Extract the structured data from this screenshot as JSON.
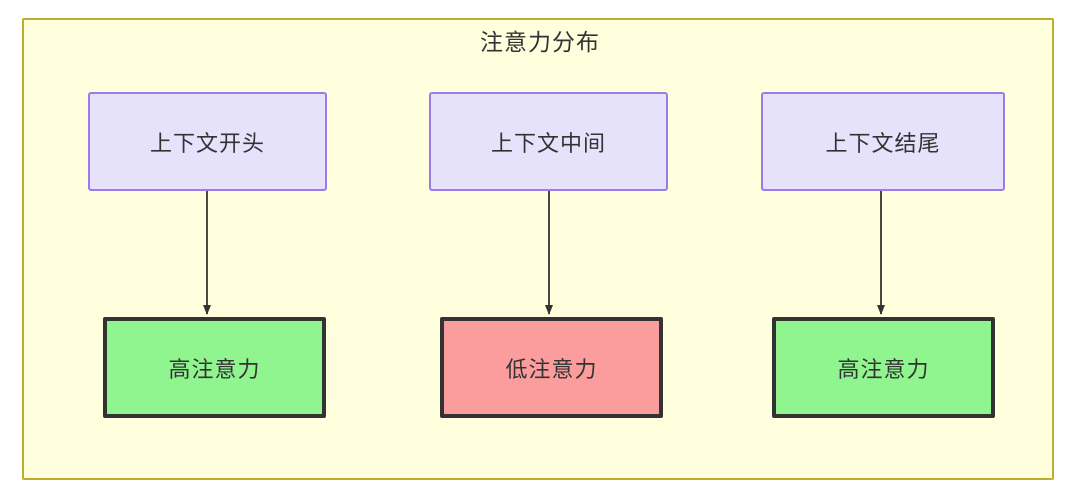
{
  "diagram": {
    "title": "注意力分布",
    "frame": {
      "fill": "#ffffdd",
      "stroke": "#bfad2f"
    },
    "colors": {
      "source_fill": "#e6e2fc",
      "source_stroke": "#9c7ae8",
      "high_fill": "#90f58f",
      "low_fill": "#fb9d9d",
      "node_stroke": "#333333",
      "edge_stroke": "#333333",
      "text": "#333333"
    },
    "nodes": {
      "top": [
        {
          "id": "context-start",
          "label": "上下文开头"
        },
        {
          "id": "context-middle",
          "label": "上下文中间"
        },
        {
          "id": "context-end",
          "label": "上下文结尾"
        }
      ],
      "bottom": [
        {
          "id": "attention-high-start",
          "label": "高注意力",
          "level": "high"
        },
        {
          "id": "attention-low-middle",
          "label": "低注意力",
          "level": "low"
        },
        {
          "id": "attention-high-end",
          "label": "高注意力",
          "level": "high"
        }
      ]
    },
    "edges": [
      {
        "from": "context-start",
        "to": "attention-high-start"
      },
      {
        "from": "context-middle",
        "to": "attention-low-middle"
      },
      {
        "from": "context-end",
        "to": "attention-high-end"
      }
    ]
  }
}
